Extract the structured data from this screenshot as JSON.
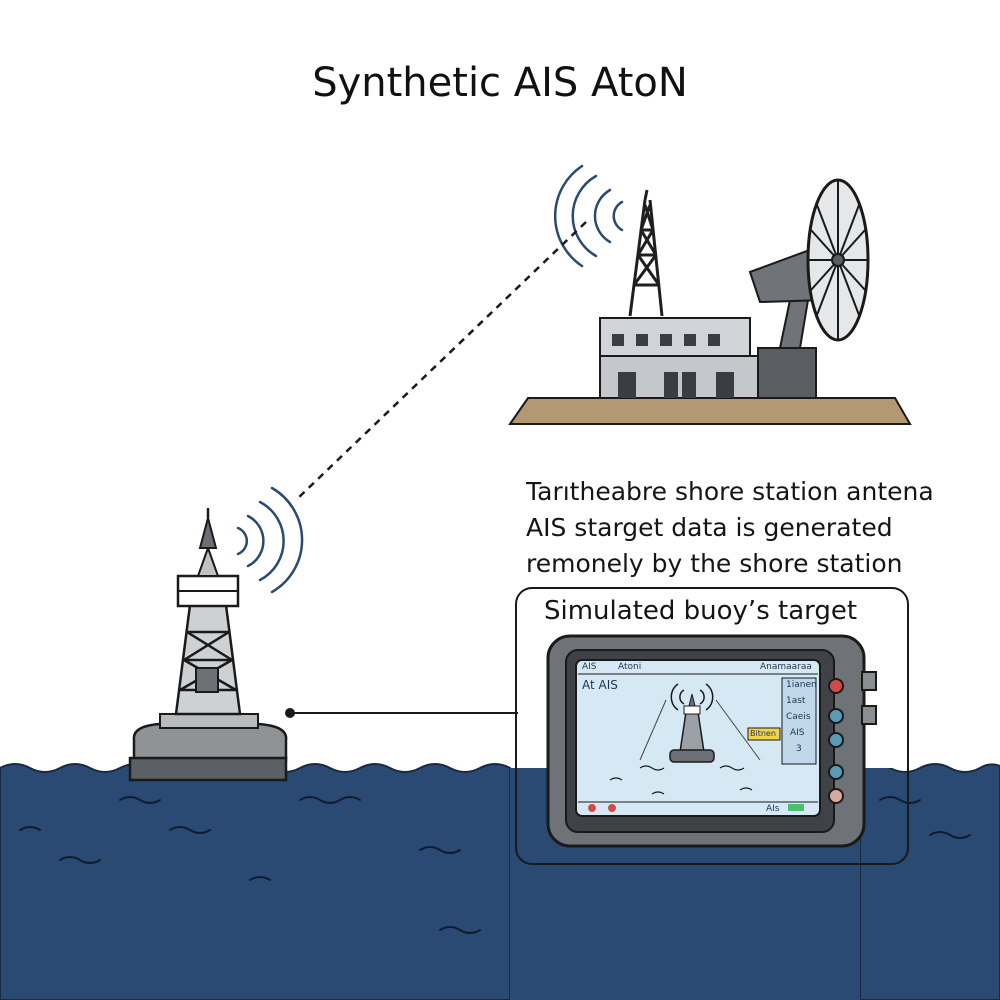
{
  "title": "Synthetic AIS AtoN",
  "caption": {
    "line1": "Tarıtheabre shore station antena",
    "line2": "AIS starget data is generated",
    "line3": "remonely by the shore station"
  },
  "box_label": "Simulated buoy’s target",
  "display": {
    "top_left_1": "AIS",
    "top_left_2": "Atoni",
    "top_right": "Anamaaraa",
    "mode": "At AIS",
    "side_items": [
      "1ianen",
      "1ast",
      "Caeis",
      "AIS",
      "3"
    ],
    "highlight_tag": "Bitnen",
    "bottom_right": "AIs"
  },
  "colors": {
    "sea": "#2b4a73",
    "sand": "#b39873",
    "building": "#d1d4d8",
    "dish": "#707377",
    "screen": "#d6e8f4",
    "wave_signal": "#2c4a6e"
  }
}
